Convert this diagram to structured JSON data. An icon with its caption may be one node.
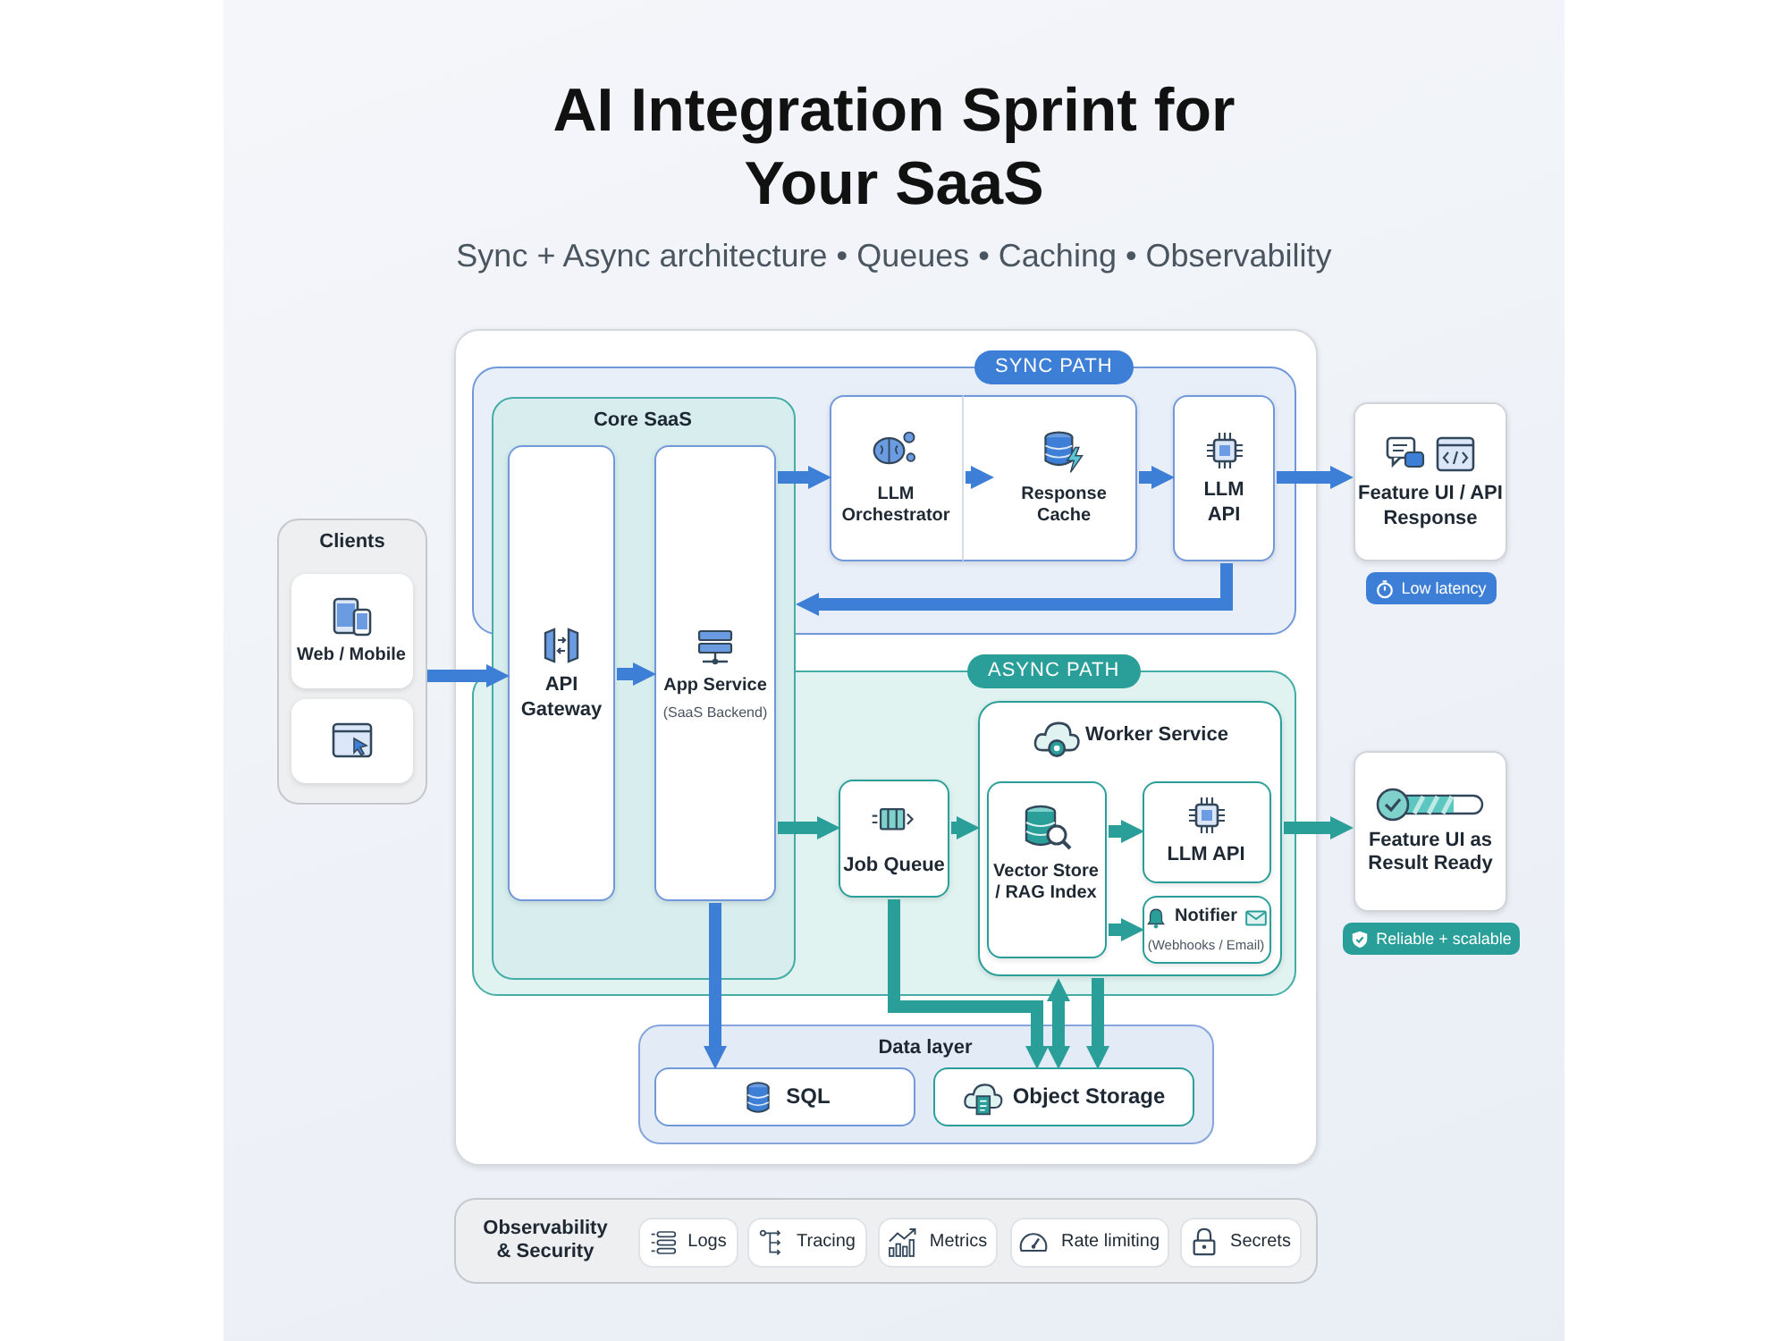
{
  "diagram": {
    "title": "AI Integration Sprint for Your SaaS",
    "nodes": [
      {
        "text": [],
        "shape": "box"
      },
      {
        "text": [
          "SYNC PATH"
        ],
        "in": 0
      },
      {
        "text": [
          "Core SaaS"
        ],
        "in": 0
      },
      {
        "text": [
          "API Gateway"
        ],
        "in": 2
      },
      {
        "text": [
          "App Service",
          "(SaaS Backend)"
        ],
        "in": 2
      },
      {
        "text": [],
        "shape": "box",
        "in": 1
      },
      {
        "text": [
          "LLM Orchestrator"
        ],
        "in": 5
      },
      {
        "text": [
          "Response Cache"
        ],
        "in": 5
      },
      {
        "text": [
          "LLM API"
        ],
        "in": 1
      },
      {
        "text": [
          "ASYNC PATH"
        ],
        "in": 0
      },
      {
        "text": [
          "Job Queue"
        ],
        "in": 9
      },
      {
        "text": [
          "Worker Service"
        ],
        "in": 9
      },
      {
        "text": [
          "Vector Store / RAG Index"
        ],
        "in": 11
      },
      {
        "text": [
          "LLM API"
        ],
        "in": 11
      },
      {
        "text": [
          "Notifier",
          "(Webhooks / Email)"
        ],
        "in": 11
      },
      {
        "text": [
          "Data layer"
        ],
        "in": 0
      },
      {
        "text": [
          "SQL"
        ],
        "in": 15
      },
      {
        "text": [
          "Object Storage"
        ],
        "in": 15
      },
      {
        "text": [
          "Clients"
        ]
      },
      {
        "text": [
          "Web / Mobile"
        ],
        "in": 18
      },
      {
        "text": [],
        "shape": "box",
        "in": 18
      },
      {
        "text": [
          "Feature UI / API Response"
        ],
        "beside": [
          "Low latency"
        ]
      },
      {
        "text": [
          "Feature UI as Result Ready"
        ],
        "beside": [
          "Reliable + scalable"
        ]
      },
      {
        "text": [
          "Observability & Security"
        ]
      },
      {
        "text": [
          "Logs"
        ],
        "in": 23
      },
      {
        "text": [
          "Tracing"
        ],
        "in": 23
      },
      {
        "text": [
          "Metrics"
        ],
        "in": 23
      },
      {
        "text": [
          "Rate limiting"
        ],
        "in": 23
      },
      {
        "text": [
          "Secrets"
        ],
        "in": 23
      }
    ],
    "edges": [
      {
        "from": 18,
        "to": 3,
        "arrow": "to"
      },
      {
        "from": 3,
        "to": 4,
        "arrow": "to"
      },
      {
        "from": 4,
        "to": 6,
        "arrow": "to"
      },
      {
        "from": 6,
        "to": 7,
        "arrow": "to"
      },
      {
        "from": 5,
        "to": 8,
        "arrow": "to"
      },
      {
        "from": 8,
        "to": 21,
        "arrow": "to"
      },
      {
        "from": 8,
        "to": 2,
        "arrow": "to"
      },
      {
        "from": 4,
        "to": 10,
        "arrow": "to",
        "color": "#2a9f99"
      },
      {
        "from": 10,
        "to": 11,
        "arrow": "to",
        "color": "#2a9f99"
      },
      {
        "from": 12,
        "to": 13,
        "arrow": "to",
        "color": "#2a9f99"
      },
      {
        "from": 12,
        "to": 14,
        "arrow": "to",
        "color": "#2a9f99"
      },
      {
        "from": 11,
        "to": 22,
        "arrow": "to",
        "color": "#2a9f99"
      },
      {
        "from": 4,
        "to": 16,
        "arrow": "to"
      },
      {
        "from": 10,
        "to": 17,
        "arrow": "to",
        "color": "#2a9f99"
      },
      {
        "from": 11,
        "to": 17,
        "arrow": "both",
        "color": "#2a9f99"
      },
      {
        "from": 11,
        "to": 17,
        "arrow": "to",
        "color": "#2a9f99"
      }
    ],
    "labels": [
      "Sync + Async architecture • Queues • Caching • Observability"
    ]
  }
}
